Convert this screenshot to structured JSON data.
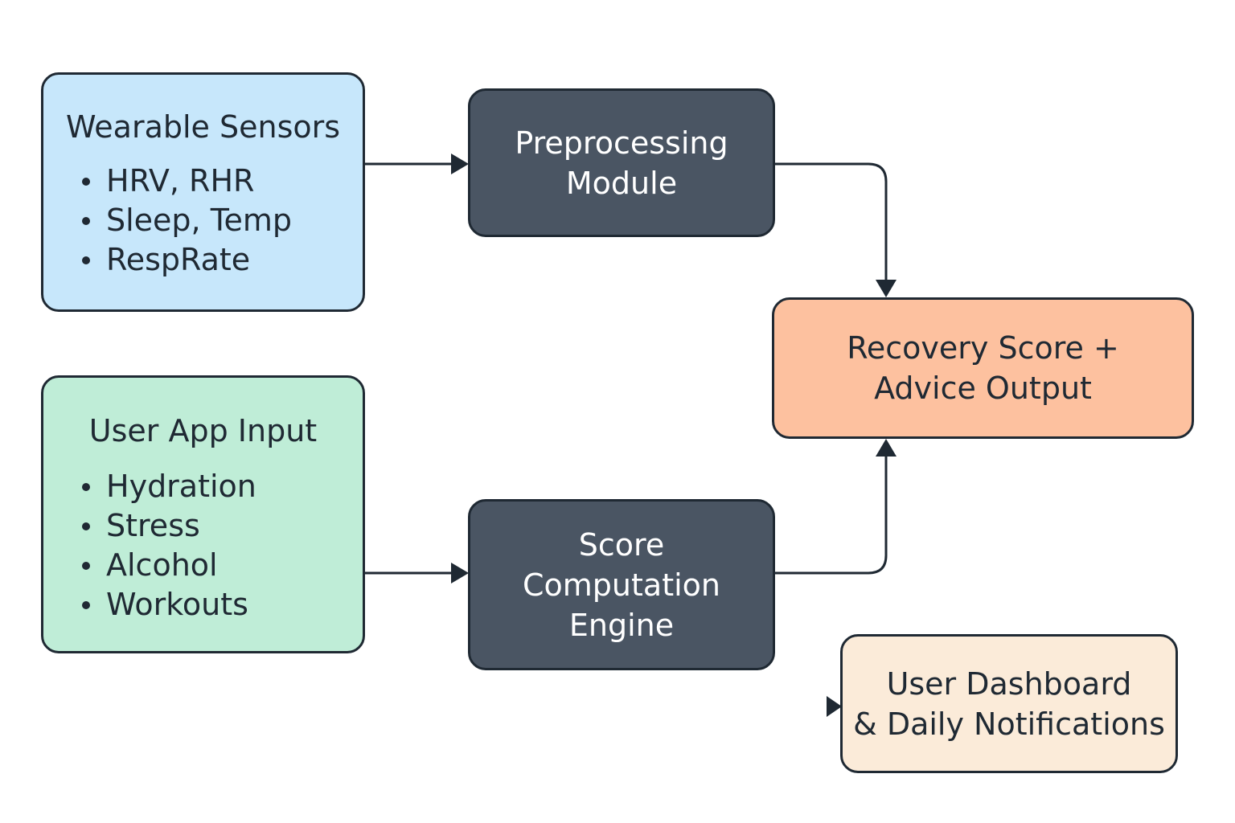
{
  "diagram": {
    "nodes": {
      "wearable_sensors": {
        "title": "Wearable Sensors",
        "items": [
          "HRV, RHR",
          "Sleep, Temp",
          "RespRate"
        ],
        "color": "#c7e7fb"
      },
      "user_app_input": {
        "title": "User App Input",
        "items": [
          "Hydration",
          "Stress",
          "Alcohol",
          "Workouts"
        ],
        "color": "#bfedd7"
      },
      "preprocessing": {
        "title_lines": [
          "Preprocessing",
          "Module"
        ],
        "color": "#4a5563"
      },
      "score_engine": {
        "title_lines": [
          "Score",
          "Computation",
          "Engine"
        ],
        "color": "#4a5563"
      },
      "recovery_output": {
        "title_lines": [
          "Recovery Score +",
          "Advice Output"
        ],
        "color": "#fdc19f"
      },
      "dashboard": {
        "title_lines": [
          "User Dashboard",
          "& Daily Notifications"
        ],
        "color": "#fbebd9"
      }
    },
    "edges": [
      {
        "from": "wearable_sensors",
        "to": "preprocessing"
      },
      {
        "from": "user_app_input",
        "to": "score_engine"
      },
      {
        "from": "preprocessing",
        "to": "recovery_output"
      },
      {
        "from": "score_engine",
        "to": "recovery_output"
      }
    ],
    "line_color": "#1f2933"
  }
}
